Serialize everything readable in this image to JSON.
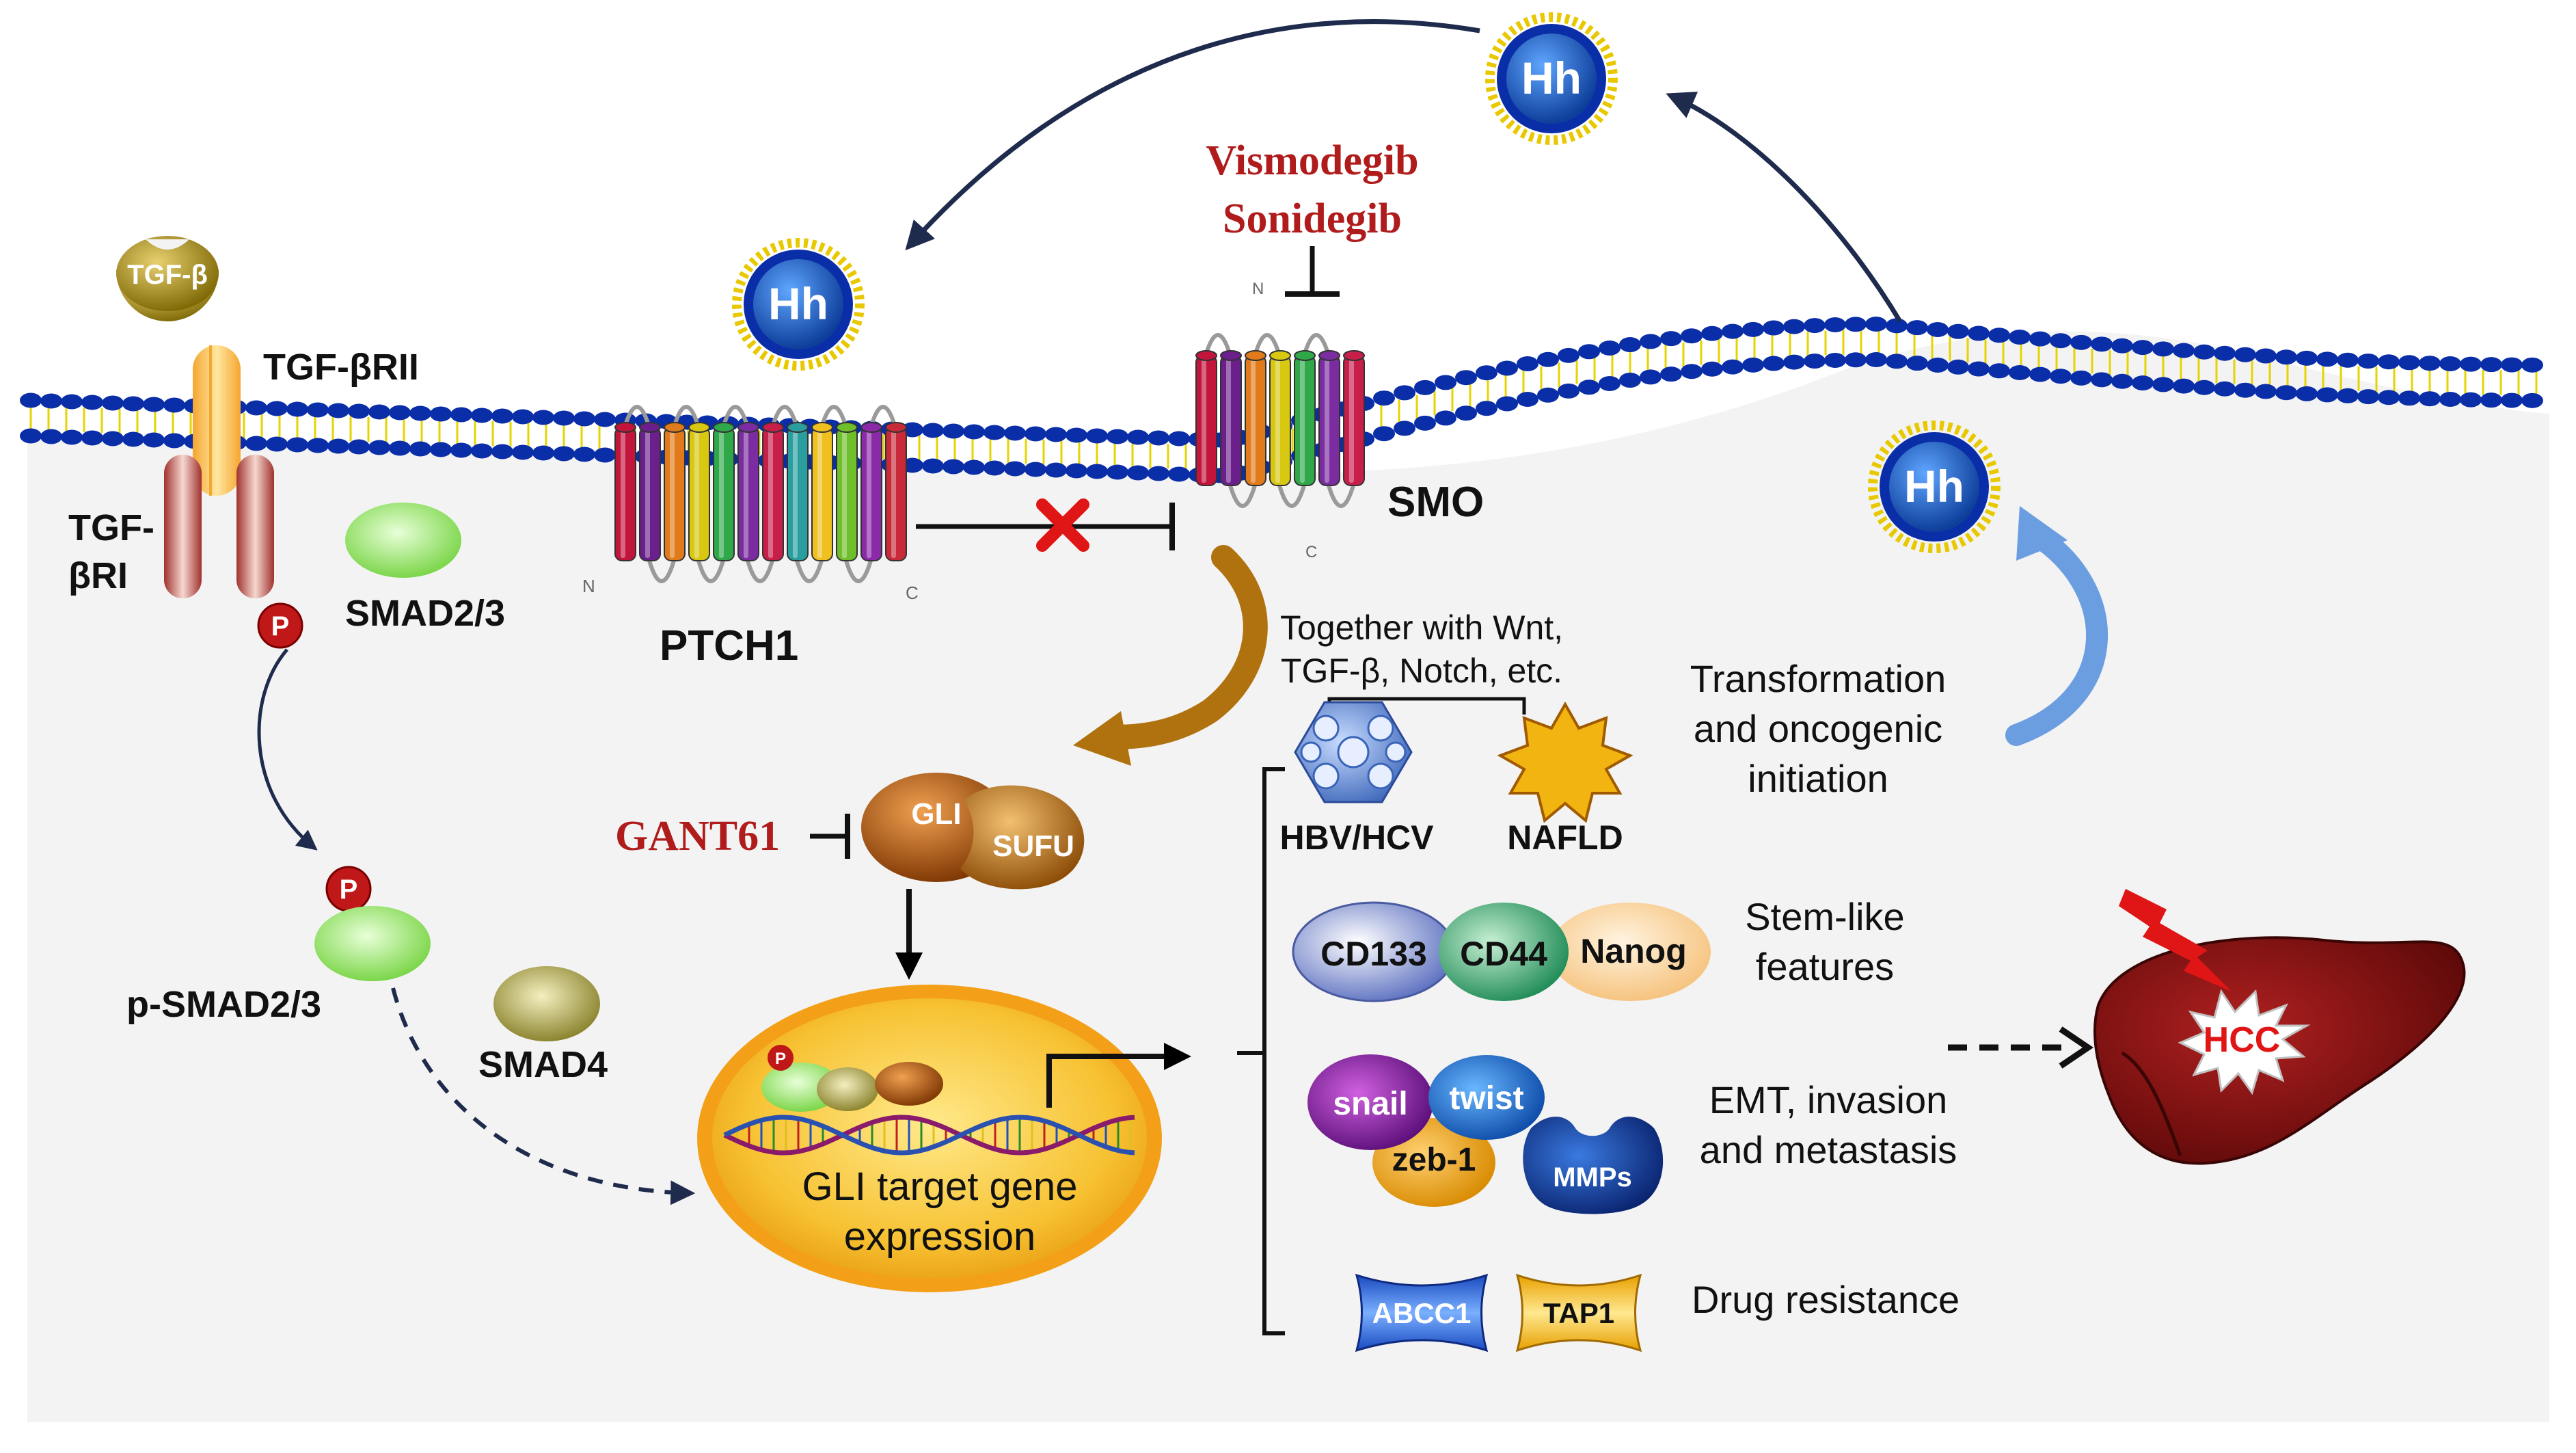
{
  "hh_ligand": "Hh",
  "drugs": {
    "smo_inhibitor_1": "Vismodegib",
    "smo_inhibitor_2": "Sonidegib",
    "gli_inhibitor": "GANT61"
  },
  "receptors": {
    "ptch1": "PTCH1",
    "smo": "SMO",
    "tgfb_ligand": "TGF-β",
    "tgfbr2": "TGF-βRII",
    "tgfbr1_line1": "TGF-",
    "tgfbr1_line2": "βRI",
    "n_terminal": "N",
    "c_terminal": "C"
  },
  "smad": {
    "smad23": "SMAD2/3",
    "psmad23": "p-SMAD2/3",
    "smad4": "SMAD4",
    "phospho": "P"
  },
  "gli_complex": {
    "gli": "GLI",
    "sufu": "SUFU"
  },
  "nucleus": {
    "line1": "GLI  target gene",
    "line2": "expression"
  },
  "cofactors": {
    "line1": "Together with Wnt,",
    "line2": "TGF-β, Notch, etc.",
    "virus": "HBV/HCV",
    "nafld": "NAFLD"
  },
  "outcomes": {
    "transformation": [
      "Transformation",
      "and oncogenic",
      "initiation"
    ],
    "stem": [
      "Stem-like",
      "features"
    ],
    "emt": [
      "EMT, invasion",
      "and metastasis"
    ],
    "drug_resistance": "Drug resistance"
  },
  "markers": {
    "cd133": "CD133",
    "cd44": "CD44",
    "nanog": "Nanog",
    "snail": "snail",
    "twist": "twist",
    "zeb1": "zeb-1",
    "mmps": "MMPs",
    "abcc1": "ABCC1",
    "tap1": "TAP1"
  },
  "hcc": "HCC",
  "colors": {
    "drug_red": "#b01c1c",
    "membrane_blue": "#0a2ea8",
    "arrow_navy": "#1f2b4d",
    "hh_blue": "#1c5fc4",
    "nucleus_orange": "#f2a417"
  }
}
